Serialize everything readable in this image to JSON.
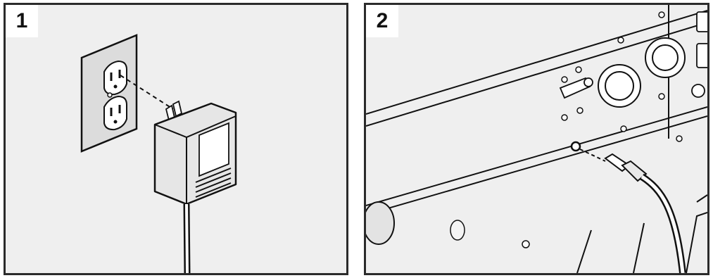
{
  "steps": [
    {
      "number": "1"
    },
    {
      "number": "2"
    }
  ],
  "illustrations": [
    {
      "icon": "power-adapter-into-wall-outlet"
    },
    {
      "icon": "dc-plug-into-panel-jack"
    }
  ]
}
